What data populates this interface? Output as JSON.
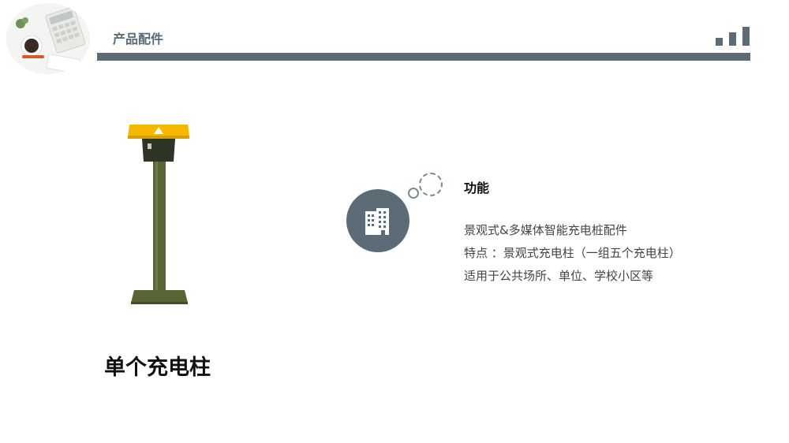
{
  "header": {
    "title": "产品配件"
  },
  "product": {
    "caption": "单个充电柱"
  },
  "feature": {
    "title": "功能",
    "lines": [
      "景观式&多媒体智能充电桩配件",
      "特点 ：景观式充电柱（一组五个充电柱）",
      "适用于公共场所、单位、学校小区等"
    ]
  },
  "colors": {
    "accent": "#5b6c76",
    "product_cap": "#f5b800",
    "product_post": "#5a6535"
  },
  "icons": {
    "signal": "bar-signal-icon",
    "feature": "building-icon"
  }
}
